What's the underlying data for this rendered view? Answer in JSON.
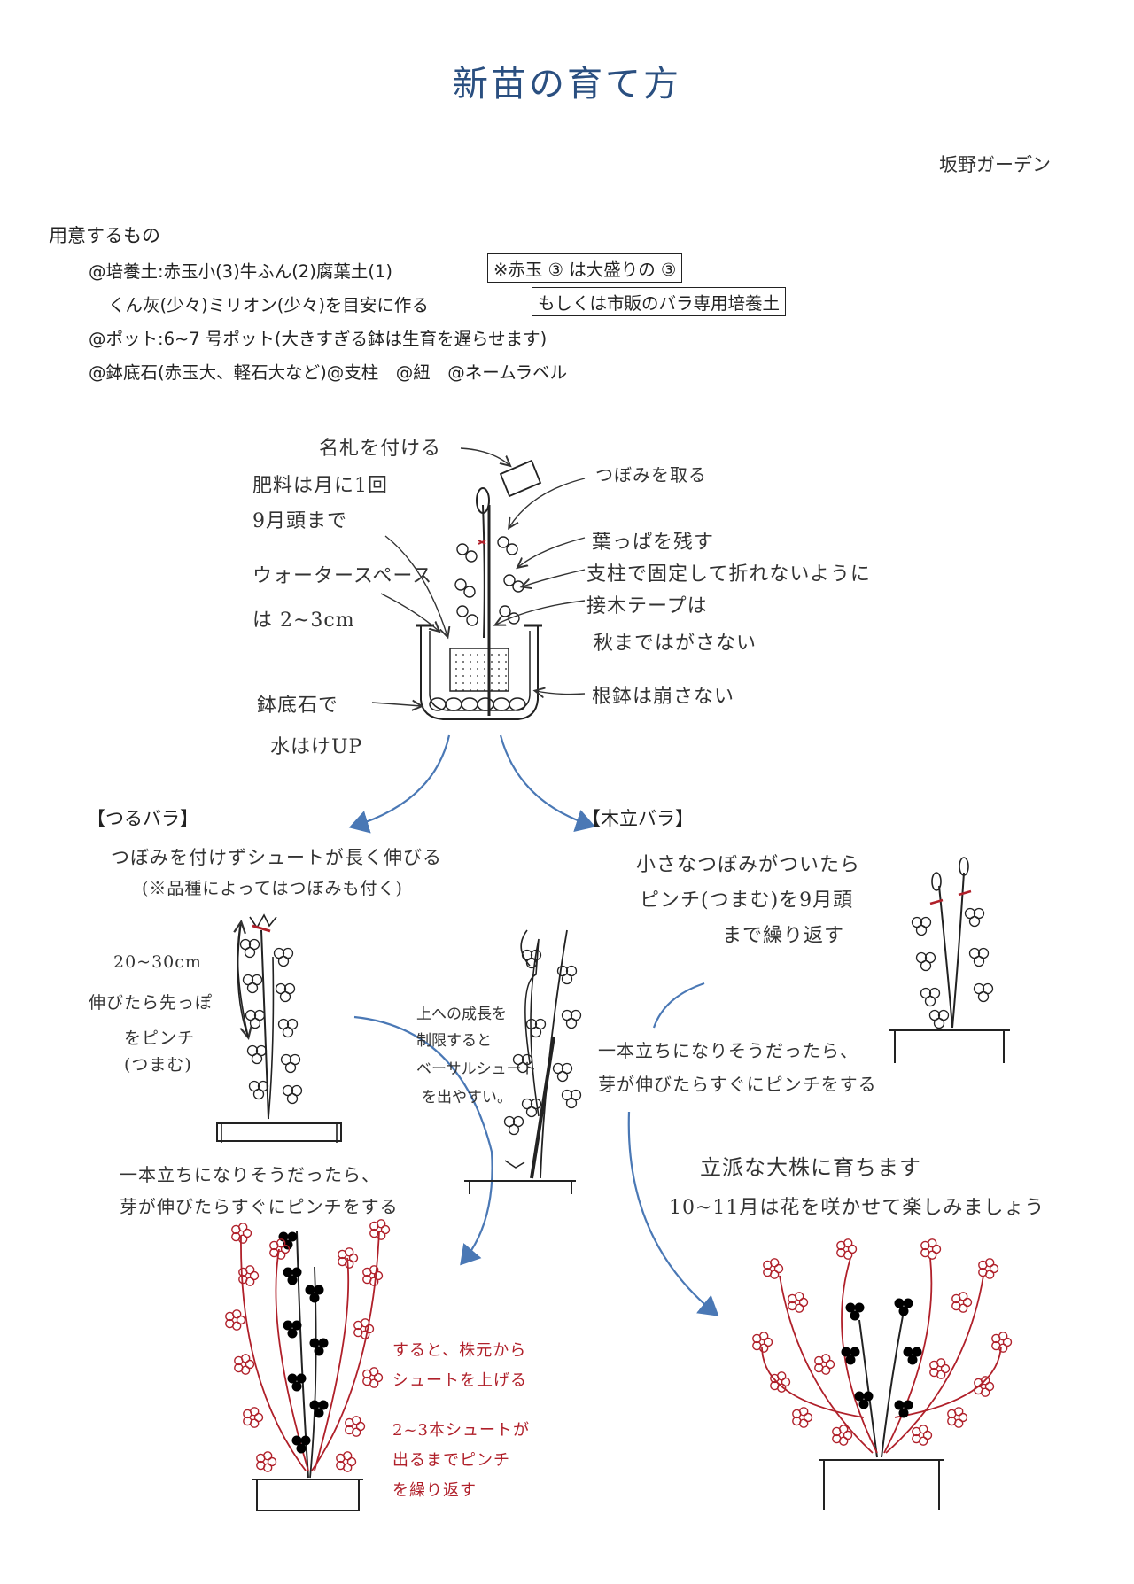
{
  "title": "新苗の育て方",
  "author": "坂野ガーデン",
  "prep": {
    "heading": "用意するもの",
    "line1": "@培養土:赤玉小(3)牛ふん(2)腐葉土(1)",
    "note1": "※赤玉 ③ は大盛りの ③",
    "line2": "くん灰(少々)ミリオン(少々)を目安に作る",
    "note2": "もしくは市販のバラ専用培養土",
    "line3": "@ポット:6~7 号ポット(大きすぎる鉢は生育を遅らせます)",
    "line4": "@鉢底石(赤玉大、軽石大など)@支柱　@紐　@ネームラベル"
  },
  "pot_labels": {
    "name_tag": "名札を付ける",
    "remove_bud": "つぼみを取る",
    "fertilizer_1": "肥料は月に1回",
    "fertilizer_2": "9月頭まで",
    "water_space_1": "ウォータースペース",
    "water_space_2": "は 2~3cm",
    "keep_leaves": "葉っぱを残す",
    "stake": "支柱で固定して折れないように",
    "graft_tape_1": "接木テープは",
    "graft_tape_2": "秋まではがさない",
    "root_ball": "根鉢は崩さない",
    "bottom_stone_1": "鉢底石で",
    "bottom_stone_2": "水はけUP"
  },
  "climbing": {
    "heading": "【つるバラ】",
    "note_1": "つぼみを付けずシュートが長く伸びる",
    "note_2": "(※品種によってはつぼみも付く)",
    "pinch_1": "20~30cm",
    "pinch_2": "伸びたら先っぽ",
    "pinch_3": "をピンチ",
    "pinch_4": "(つまむ)",
    "single_1": "一本立ちになりそうだったら、",
    "single_2": "芽が伸びたらすぐにピンチをする",
    "basal_1": "すると、株元から",
    "basal_2": "シュートを上げる",
    "repeat_1": "2~3本シュートが",
    "repeat_2": "出るまでピンチ",
    "repeat_3": "を繰り返す"
  },
  "middle": {
    "note_1": "上への成長を",
    "note_2": "制限すると",
    "note_3": "ベーサルシュート",
    "note_4": "を出やすい。"
  },
  "bush": {
    "heading": "【木立バラ】",
    "note_1": "小さなつぼみがついたら",
    "note_2": "ピンチ(つまむ)を9月頭",
    "note_3": "まで繰り返す",
    "single_1": "一本立ちになりそうだったら、",
    "single_2": "芽が伸びたらすぐにピンチをする",
    "result_1": "立派な大株に育ちます",
    "result_2": "10~11月は花を咲かせて楽しみましょう"
  },
  "colors": {
    "title": "#2a4f80",
    "arrow": "#4a78b5",
    "red_ink": "#b0202a"
  }
}
